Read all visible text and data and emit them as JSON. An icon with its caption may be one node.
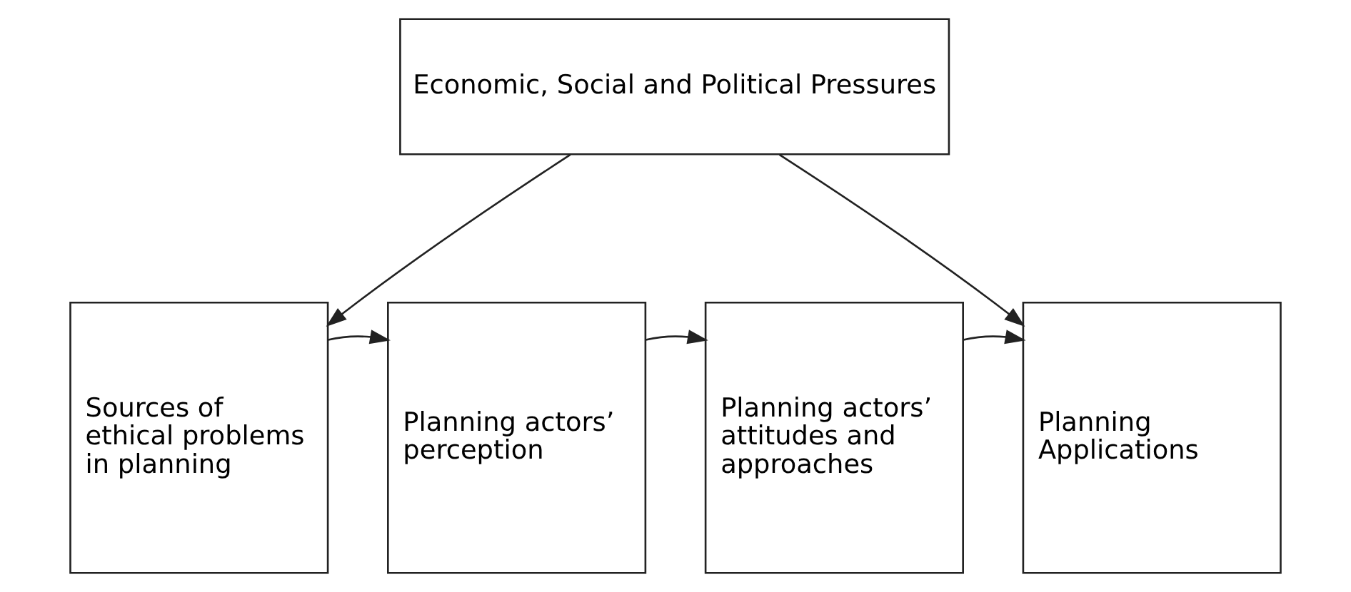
{
  "diagram": {
    "nodes": [
      {
        "text": [
          "Economic, Social and Political Pressures"
        ]
      },
      {
        "text": [
          "Sources of ethical problems in planning"
        ]
      },
      {
        "text": [
          "Planning actors’ perception"
        ]
      },
      {
        "text": [
          "Planning actors’ attitudes and approaches"
        ]
      },
      {
        "text": [
          "Planning Applications"
        ]
      }
    ],
    "edges": [
      {
        "from": 0,
        "to": 1,
        "arrow": "to"
      },
      {
        "from": 1,
        "to": 2,
        "arrow": "to"
      },
      {
        "from": 2,
        "to": 3,
        "arrow": "to"
      },
      {
        "from": 3,
        "to": 4,
        "arrow": "to"
      },
      {
        "from": 0,
        "to": 4,
        "arrow": "to"
      }
    ]
  }
}
